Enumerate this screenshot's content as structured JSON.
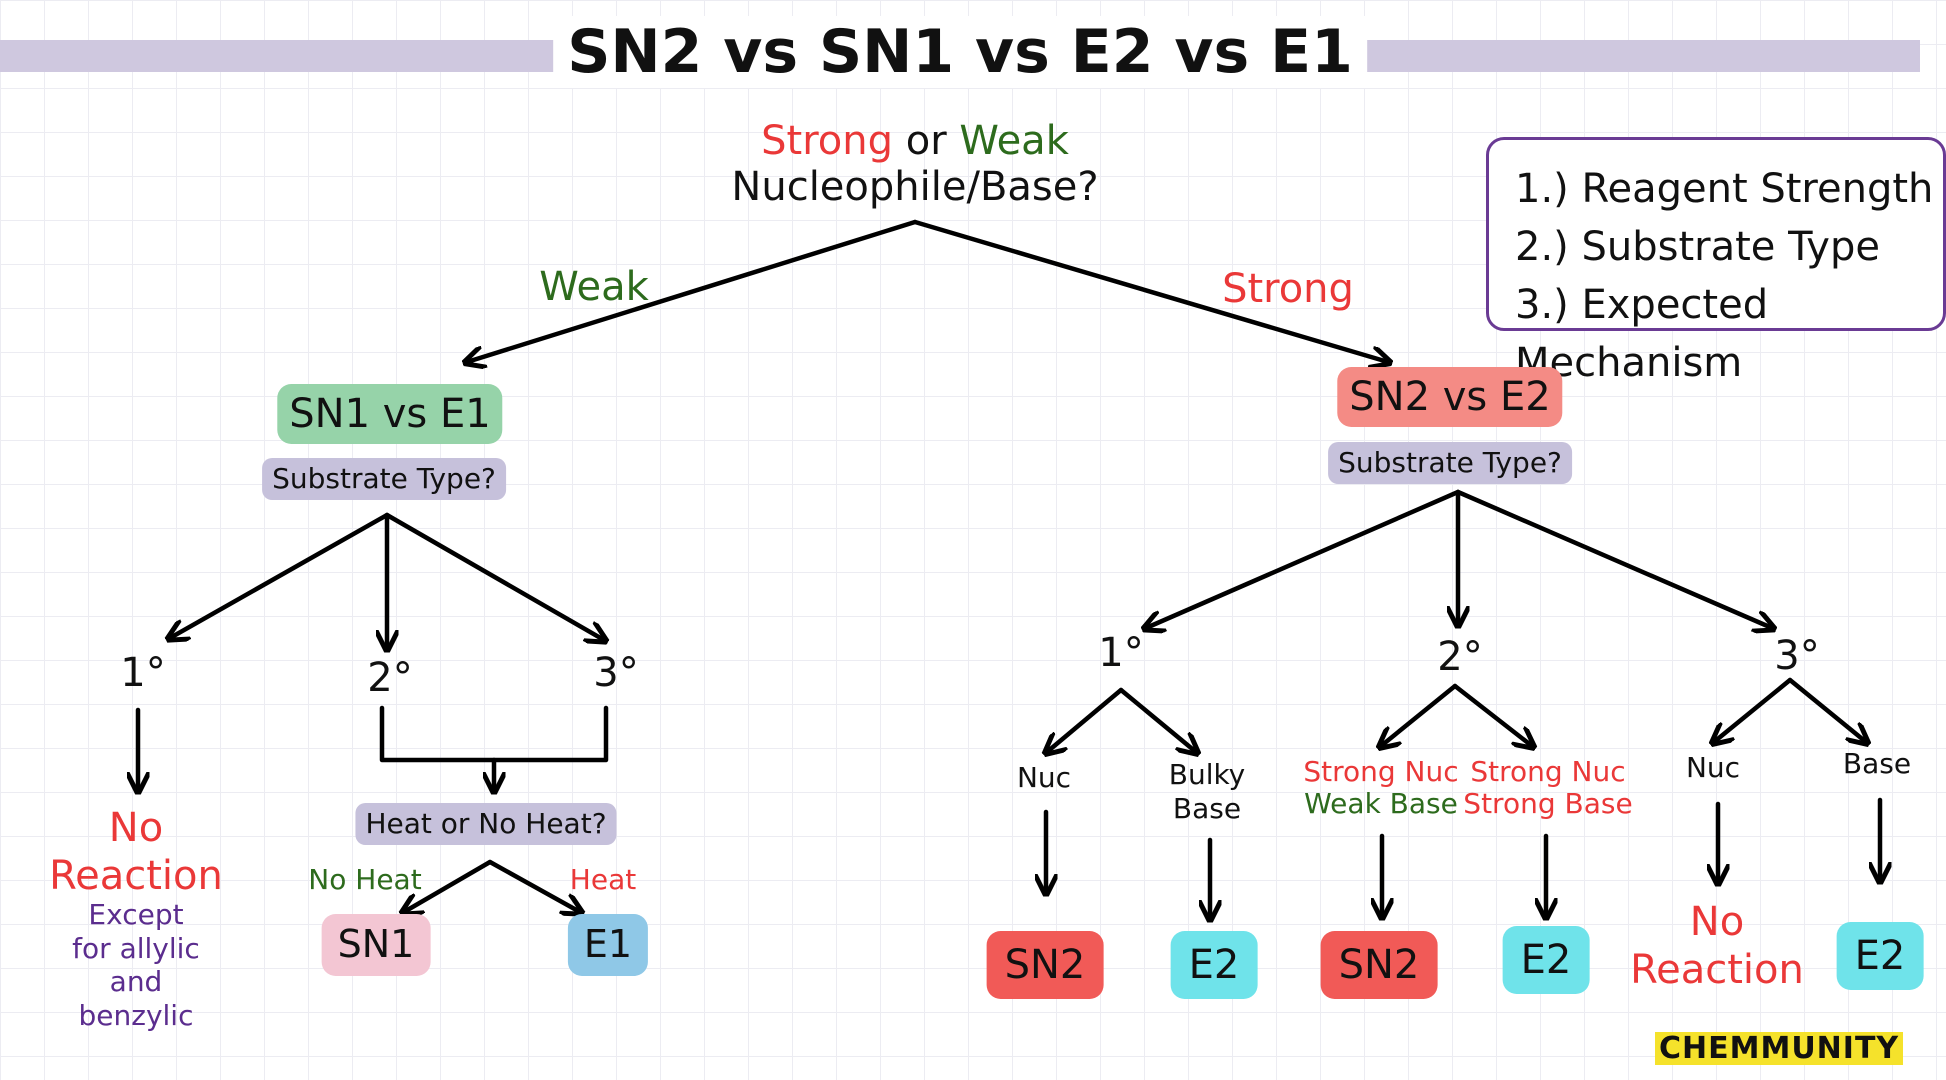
{
  "title": "SN2 vs SN1 vs E2 vs E1",
  "root": {
    "strong": "Strong",
    "or": " or ",
    "weak": "Weak",
    "line2": "Nucleophile/Base?"
  },
  "branches": {
    "weak": "Weak",
    "strong": "Strong"
  },
  "legend": [
    "1.) Reagent Strength",
    "2.) Substrate Type",
    "3.) Expected Mechanism"
  ],
  "left": {
    "header": "SN1 vs E1",
    "question": "Substrate Type?",
    "levels": [
      "1°",
      "2°",
      "3°"
    ],
    "no_reaction": "No Reaction",
    "exception": "Except for allylic and benzylic",
    "heat_question": "Heat or No Heat?",
    "no_heat": "No Heat",
    "heat": "Heat",
    "out_sn1": "SN1",
    "out_e1": "E1"
  },
  "right": {
    "header": "SN2 vs E2",
    "question": "Substrate Type?",
    "levels": [
      "1°",
      "2°",
      "3°"
    ],
    "p1": {
      "nuc": "Nuc",
      "bulky": "Bulky Base",
      "out_nuc": "SN2",
      "out_bulky": "E2"
    },
    "p2": {
      "a_red": "Strong Nuc",
      "a_green": "Weak Base",
      "b1": "Strong Nuc",
      "b2": "Strong Base",
      "out_a": "SN2",
      "out_b": "E2"
    },
    "p3": {
      "nuc": "Nuc",
      "base": "Base",
      "out_nuc": "No Reaction",
      "out_base": "E2"
    }
  },
  "brand": "CHEMMUNITY",
  "colors": {
    "strong": "#ea3838",
    "weak": "#2d6b1d",
    "legend_border": "#6a3b94",
    "brand_bg": "#f5e22b"
  }
}
